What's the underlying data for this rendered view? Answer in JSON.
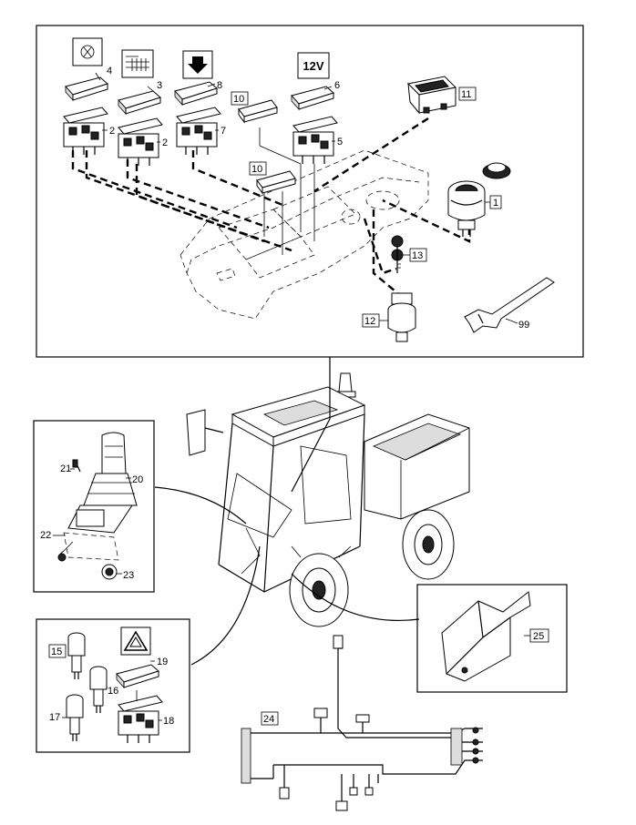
{
  "callouts": {
    "c1": "1",
    "c2a": "2",
    "c2b": "2",
    "c3": "3",
    "c4": "4",
    "c5": "5",
    "c6": "6",
    "c7": "7",
    "c8": "8",
    "c10a": "10",
    "c10b": "10",
    "c11": "11",
    "c12": "12",
    "c13": "13",
    "c99": "99",
    "c15": "15",
    "c16": "16",
    "c17": "17",
    "c18": "18",
    "c19": "19",
    "c20": "20",
    "c21": "21",
    "c22": "22",
    "c23": "23",
    "c24": "24",
    "c25": "25"
  },
  "symbols": {
    "voltage_text": "12V",
    "fan_icon": "fan-symbol-icon",
    "heat_icon": "heating-symbol-icon",
    "arrow_icon": "down-arrow-icon",
    "hazard_icon": "hazard-warning-icon"
  }
}
